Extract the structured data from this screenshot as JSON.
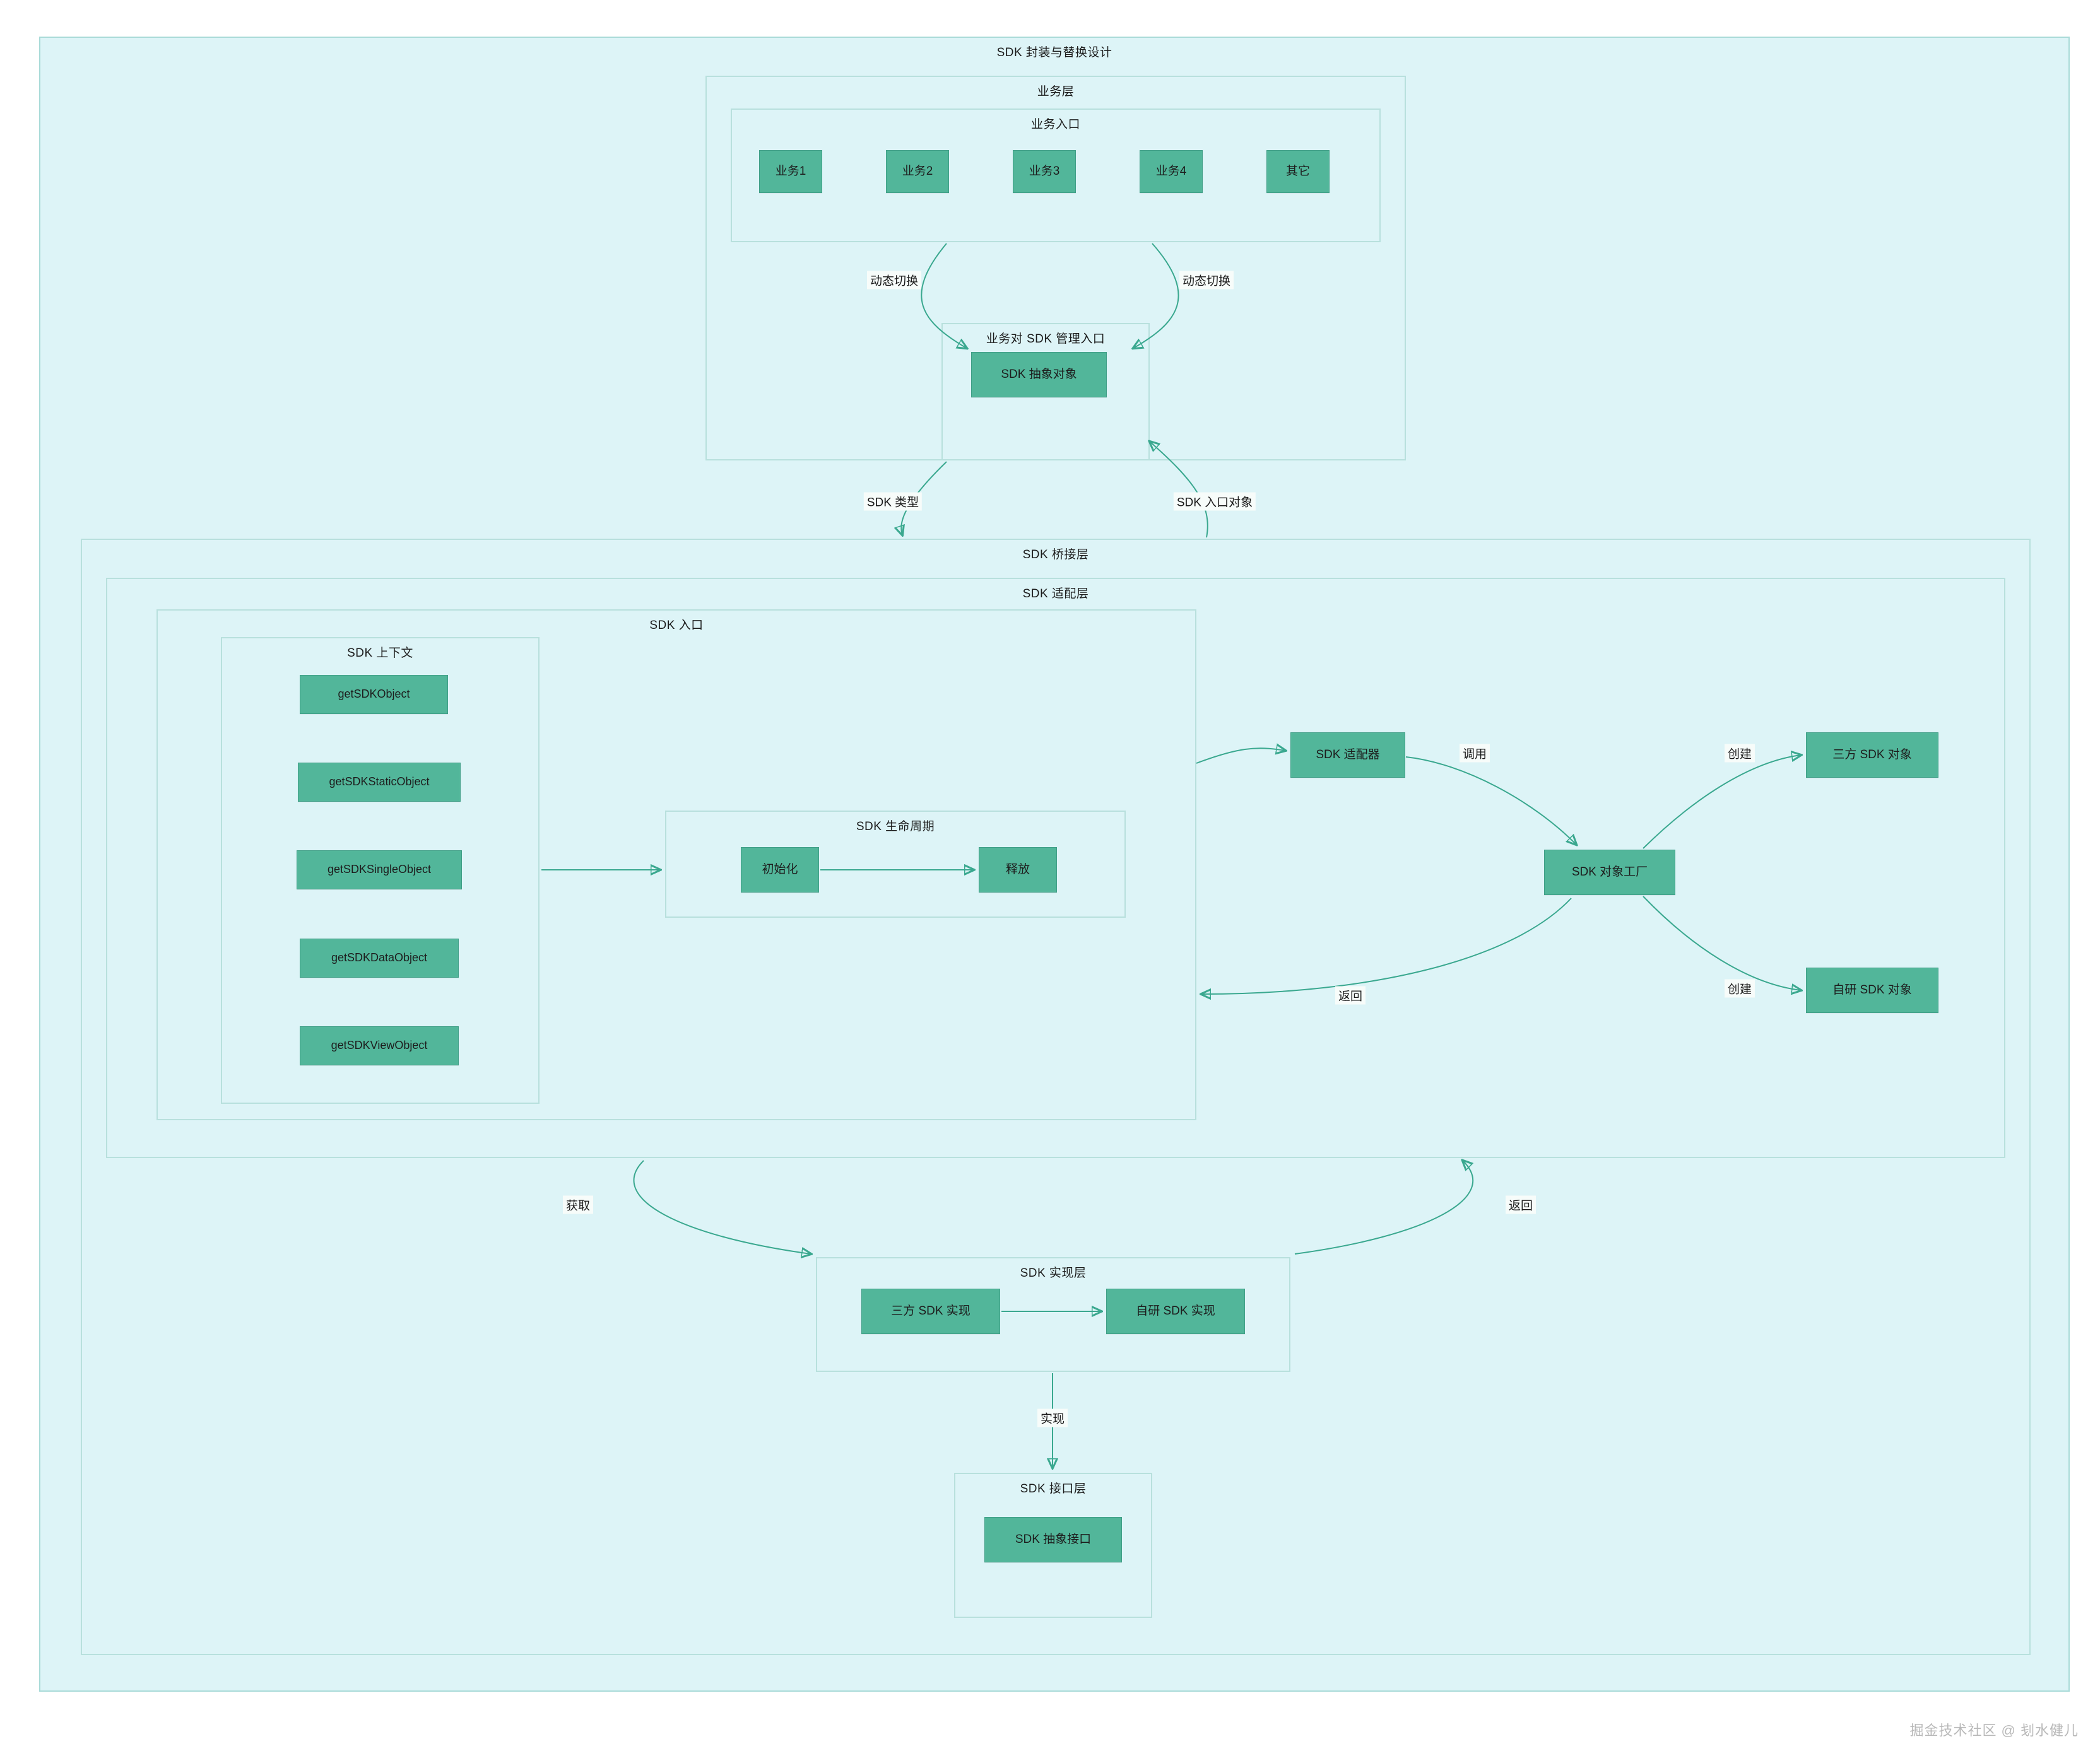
{
  "diagram": {
    "title": "SDK 封装与替换设计",
    "watermark": "掘金技术社区 @ 刬水健儿",
    "accent_green": "#52b69a",
    "accent_border": "#3f9e86",
    "cluster_bg": "#ddf4f7",
    "cluster_border": "#a9dbd8",
    "edge_color": "#3aa88f"
  },
  "business_layer": {
    "title": "业务层",
    "entry": {
      "title": "业务入口",
      "items": [
        {
          "label": "业务1"
        },
        {
          "label": "业务2"
        },
        {
          "label": "业务3"
        },
        {
          "label": "业务4"
        },
        {
          "label": "其它"
        }
      ]
    },
    "sdk_manage_entry": {
      "title": "业务对 SDK 管理入口",
      "node": "SDK 抽象对象"
    }
  },
  "bridge_layer": {
    "title": "SDK 桥接层",
    "adapt_layer": {
      "title": "SDK 适配层",
      "sdk_entry": {
        "title": "SDK 入口",
        "context": {
          "title": "SDK 上下文",
          "methods": [
            {
              "label": "getSDKObject"
            },
            {
              "label": "getSDKStaticObject"
            },
            {
              "label": "getSDKSingleObject"
            },
            {
              "label": "getSDKDataObject"
            },
            {
              "label": "getSDKViewObject"
            }
          ]
        },
        "lifecycle": {
          "title": "SDK 生命周期",
          "init": "初始化",
          "release": "释放"
        }
      },
      "adapter": "SDK 适配器",
      "factory": "SDK 对象工厂",
      "third_party_object": "三方 SDK 对象",
      "self_developed_object": "自研 SDK 对象"
    }
  },
  "impl_layer": {
    "title": "SDK 实现层",
    "third_party_impl": "三方 SDK 实现",
    "self_developed_impl": "自研 SDK 实现"
  },
  "interface_layer": {
    "title": "SDK 接口层",
    "abstract_interface": "SDK 抽象接口"
  },
  "edge_labels": {
    "dynamic_switch_left": "动态切换",
    "dynamic_switch_right": "动态切换",
    "sdk_type": "SDK 类型",
    "sdk_entry_object": "SDK 入口对象",
    "invoke": "调用",
    "create_third": "创建",
    "create_self": "创建",
    "return_factory": "返回",
    "fetch": "获取",
    "return_impl": "返回",
    "implement": "实现"
  }
}
